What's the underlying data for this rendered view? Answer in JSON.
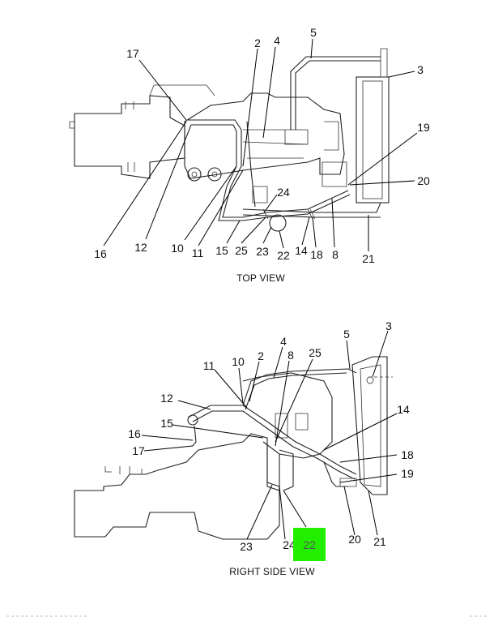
{
  "top_view": {
    "caption": "TOP VIEW",
    "callouts": [
      "2",
      "4",
      "5",
      "3",
      "17",
      "19",
      "20",
      "24",
      "16",
      "12",
      "10",
      "11",
      "15",
      "25",
      "23",
      "22",
      "14",
      "18",
      "8",
      "21"
    ]
  },
  "side_view": {
    "caption": "RIGHT SIDE VIEW",
    "callouts": [
      "5",
      "3",
      "4",
      "8",
      "25",
      "11",
      "10",
      "2",
      "12",
      "15",
      "16",
      "17",
      "14",
      "18",
      "19",
      "23",
      "24",
      "20",
      "21"
    ],
    "highlight": {
      "label": "22",
      "color": "#22ee00"
    }
  }
}
